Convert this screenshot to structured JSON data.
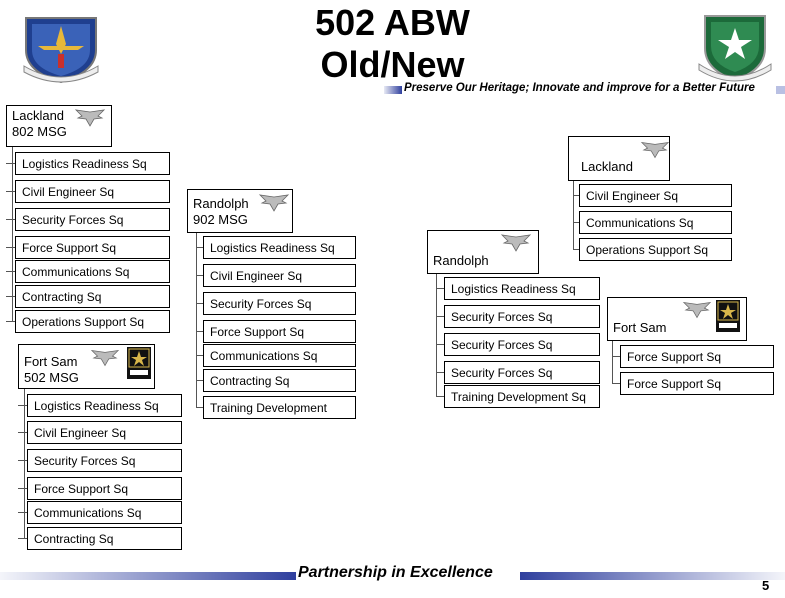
{
  "header": {
    "title_line1": "502 ABW",
    "title_line2": "Old/New",
    "motto": "Preserve Our Heritage; Innovate and improve for a Better Future"
  },
  "footer": {
    "partnership": "Partnership in Excellence",
    "page_number": "5"
  },
  "lackland_old": {
    "name": "Lackland",
    "unit": "802 MSG",
    "squadrons": [
      "Logistics Readiness Sq",
      "Civil Engineer Sq",
      "Security Forces Sq",
      "Force Support Sq",
      "Communications Sq",
      "Contracting Sq",
      "Operations Support Sq"
    ]
  },
  "fort_sam_old": {
    "name": "Fort Sam",
    "unit": "502 MSG",
    "squadrons": [
      "Logistics Readiness Sq",
      "Civil Engineer Sq",
      "Security Forces Sq",
      "Force Support Sq",
      "Communications Sq",
      "Contracting Sq"
    ]
  },
  "randolph_old": {
    "name": "Randolph",
    "unit": "902 MSG",
    "squadrons": [
      "Logistics Readiness Sq",
      "Civil Engineer Sq",
      "Security Forces Sq",
      "Force Support Sq",
      "Communications Sq",
      "Contracting Sq",
      "Training Development"
    ]
  },
  "lackland_new": {
    "name": "Lackland",
    "squadrons": [
      "Civil Engineer Sq",
      "Communications Sq",
      "Operations Support Sq"
    ]
  },
  "randolph_new": {
    "name": "Randolph",
    "squadrons": [
      "Logistics Readiness Sq",
      "Security Forces Sq",
      "Security Forces Sq",
      "Security Forces Sq",
      "Training Development Sq"
    ]
  },
  "fort_sam_new": {
    "name": "Fort Sam",
    "squadrons": [
      "Force Support Sq",
      "Force Support Sq"
    ]
  },
  "colors": {
    "accent_bar": "#2f3f9e",
    "line": "#555555"
  },
  "icons": [
    "aetc-shield-logo",
    "502-abw-shield-logo",
    "eagle-insignia-icon",
    "army-star-icon"
  ]
}
